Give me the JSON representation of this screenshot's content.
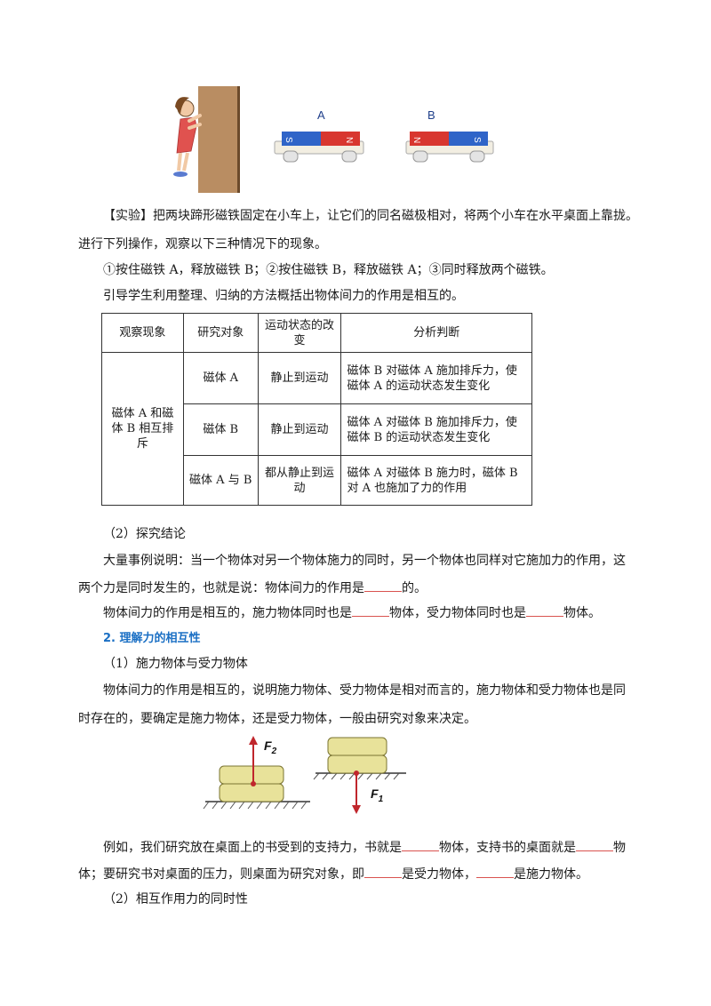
{
  "figure1": {
    "label_a": "A",
    "label_b": "B",
    "pole_s": "S",
    "pole_n": "N"
  },
  "para_experiment_1": "【实验】把两块蹄形磁铁固定在小车上，让它们的同名磁极相对，将两个小车在水平桌面上靠拢。",
  "para_experiment_2": "进行下列操作，观察以下三种情况下的现象。",
  "para_steps": "①按住磁铁 A，释放磁铁 B；②按住磁铁 B，释放磁铁 A；③同时释放两个磁铁。",
  "para_guide": "引导学生利用整理、归纳的方法概括出物体间力的作用是相互的。",
  "table": {
    "headers": [
      "观察现象",
      "研究对象",
      "运动状态的改变",
      "分析判断"
    ],
    "observation": "磁体 A 和磁体 B 相互排斥",
    "rows": [
      {
        "object": "磁体 A",
        "change": "静止到运动",
        "analysis": "磁体 B 对磁体 A 施加排斥力，使磁体 A 的运动状态发生变化"
      },
      {
        "object": "磁体 B",
        "change": "静止到运动",
        "analysis": "磁体 A 对磁体 B 施加排斥力，使磁体 B 的运动状态发生变化"
      },
      {
        "object": "磁体 A 与 B",
        "change": "都从静止到运动",
        "analysis": "磁体 A 对磁体 B 施力时，磁体 B 对 A 也施加了力的作用"
      }
    ]
  },
  "conclusion_heading": "（2）探究结论",
  "conclusion_1a": "大量事例说明：当一个物体对另一个物体施力的同时，另一个物体也同样对它施加力的作用，这",
  "conclusion_1b_pre": "两个力是同时发生的，也就是说：物体间力的作用是",
  "conclusion_1b_post": "的。",
  "conclusion_2_pre": "物体间力的作用是相互的，施力物体同时也是",
  "conclusion_2_mid": "物体，受力物体同时也是",
  "conclusion_2_post": "物体。",
  "section_heading": "2. 理解力的相互性",
  "sub_heading_1": "（1）施力物体与受力物体",
  "para_relative_1": "物体间力的作用是相互的，说明施力物体、受力物体是相对而言的，施力物体和受力物体也是同",
  "para_relative_2": "时存在的，要确定是施力物体，还是受力物体，一般由研究对象来决定。",
  "figure2": {
    "f2": "F",
    "f2_sub": "2",
    "f1": "F",
    "f1_sub": "1"
  },
  "example_1a": "例如，我们研究放在桌面上的书受到的支持力，书就是",
  "example_1b": "物体，支持书的桌面就是",
  "example_1c": "物",
  "example_2a": "体；要研究书对桌面的压力，则桌面为研究对象，即",
  "example_2b": "是受力物体，",
  "example_2c": "是施力物体。",
  "sub_heading_2": "（2）相互作用力的同时性",
  "colors": {
    "heading": "#1a6fc4",
    "arrow": "#c0262c",
    "magnet_red": "#d8362f",
    "magnet_blue": "#2f64c8"
  }
}
